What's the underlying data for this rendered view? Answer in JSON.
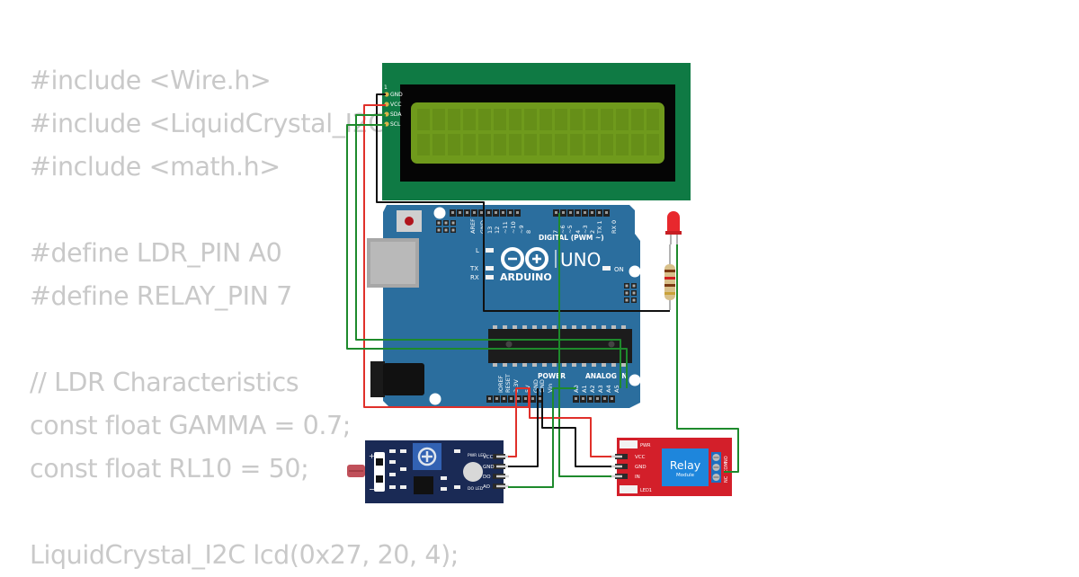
{
  "code_lines": [
    "#include <Wire.h>",
    "#include <LiquidCrystal_I2C.h>",
    "#include <math.h>",
    "",
    "#define LDR_PIN A0",
    "#define RELAY_PIN 7",
    "",
    "// LDR Characteristics",
    "const float GAMMA = 0.7;",
    "const float RL10 = 50;",
    "",
    "LiquidCrystal_I2C lcd(0x27, 20, 4);"
  ],
  "lcd": {
    "pin_index": "1",
    "pins": [
      "GND",
      "VCC",
      "SDA",
      "SCL"
    ],
    "backlight_color": "#6f9a1c"
  },
  "arduino": {
    "digital_pins": [
      "AREF",
      "GND",
      "13",
      "12",
      "~11",
      "~10",
      "~9",
      "8",
      "7",
      "~6",
      "~5",
      "4",
      "~3",
      "2",
      "TX 1",
      "RX 0"
    ],
    "digital_label": "DIGITAL (PWM ~)",
    "led_l": "L",
    "led_tx": "TX",
    "led_rx": "RX",
    "led_on": "ON",
    "model": "UNO",
    "brand": "ARDUINO",
    "power_label": "POWER",
    "analog_label": "ANALOG IN",
    "power_pins": [
      "IOREF",
      "RESET",
      "3.3V",
      "5V",
      "GND",
      "GND",
      "Vin"
    ],
    "analog_pins": [
      "A0",
      "A1",
      "A2",
      "A3",
      "A4",
      "A5"
    ],
    "board_color": "#2b6e9e"
  },
  "ldr_module": {
    "pins": [
      "VCC",
      "GND",
      "DO",
      "AO"
    ],
    "plus": "+",
    "minus": "−",
    "pwr_led": "PWR LED",
    "do_led": "DO LED",
    "board_color": "#1a2a55"
  },
  "relay": {
    "title": "Relay",
    "subtitle": "Module",
    "pins": [
      "VCC",
      "GND",
      "IN"
    ],
    "terminals": [
      "NC",
      "COM",
      "NO"
    ],
    "pwr": "PWR",
    "led1": "LED1",
    "board_color": "#d31f2a"
  },
  "wire_colors": {
    "black": "#111111",
    "red": "#e0302a",
    "green": "#1e8a2c"
  }
}
